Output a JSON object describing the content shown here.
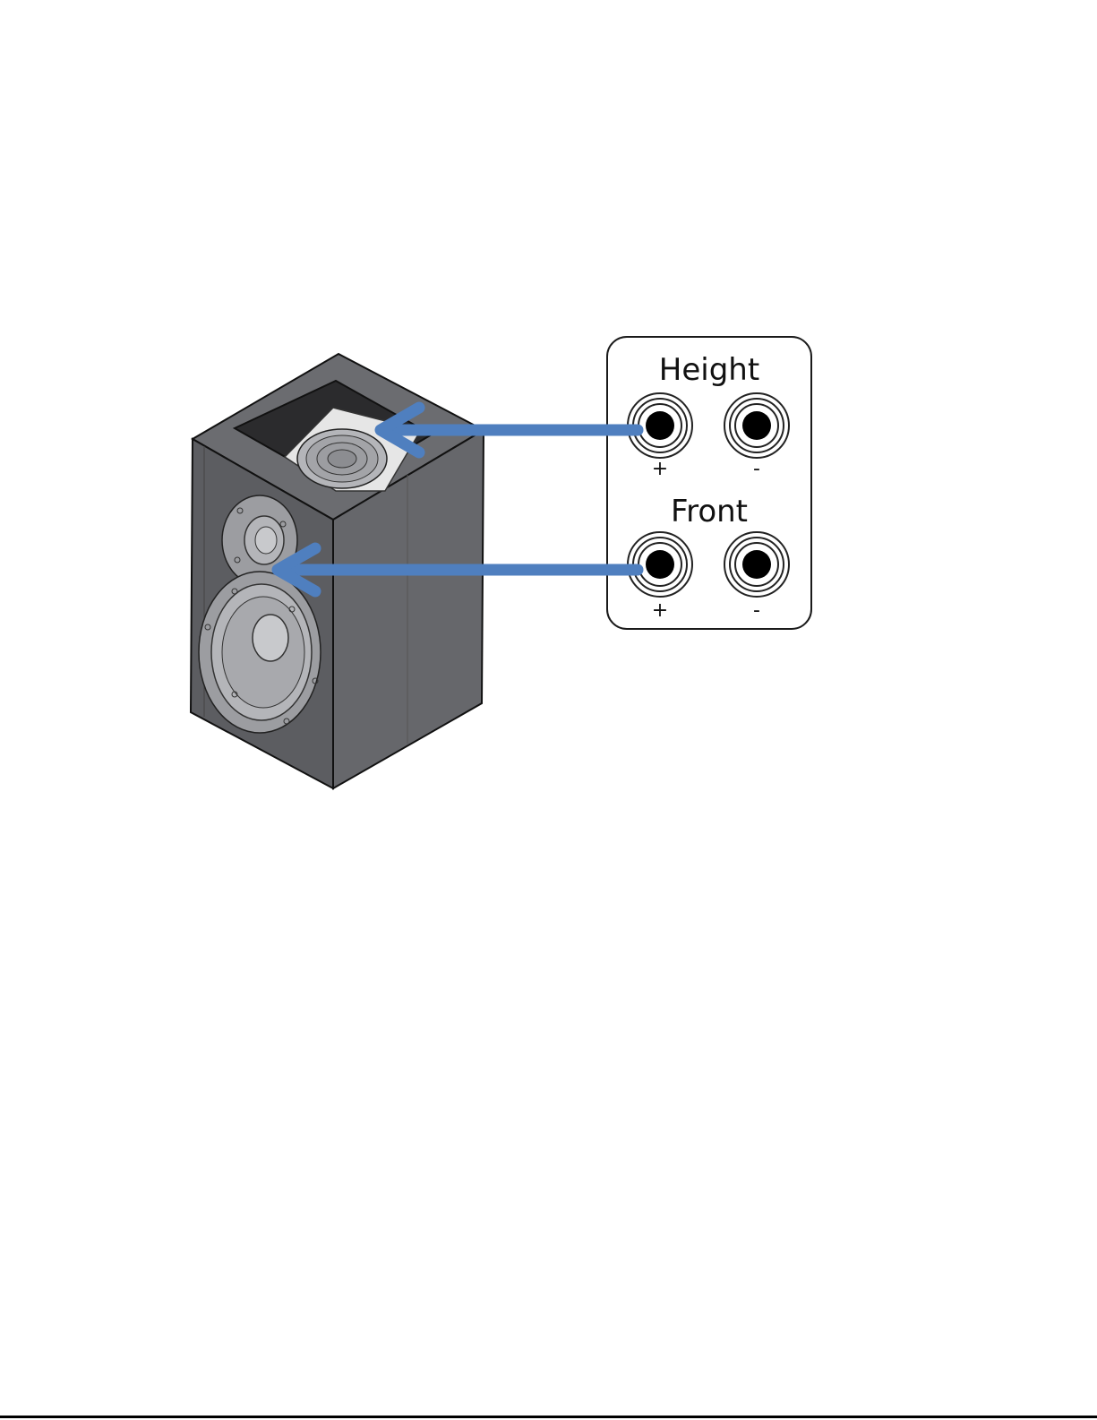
{
  "terminal_panel": {
    "groups": [
      {
        "title": "Height",
        "positive_label": "+",
        "negative_label": "-"
      },
      {
        "title": "Front",
        "positive_label": "+",
        "negative_label": "-"
      }
    ]
  },
  "colors": {
    "arrow": "#4f7fbf",
    "cabinet_front": "#5c5d61",
    "cabinet_side": "#66676b",
    "cabinet_top": "#6b6c70",
    "driver": "#9c9da1",
    "panel_border": "#1a1a1a"
  },
  "connections": [
    {
      "from": "Height +",
      "to": "top-driver"
    },
    {
      "from": "Front +",
      "to": "tweeter"
    }
  ]
}
